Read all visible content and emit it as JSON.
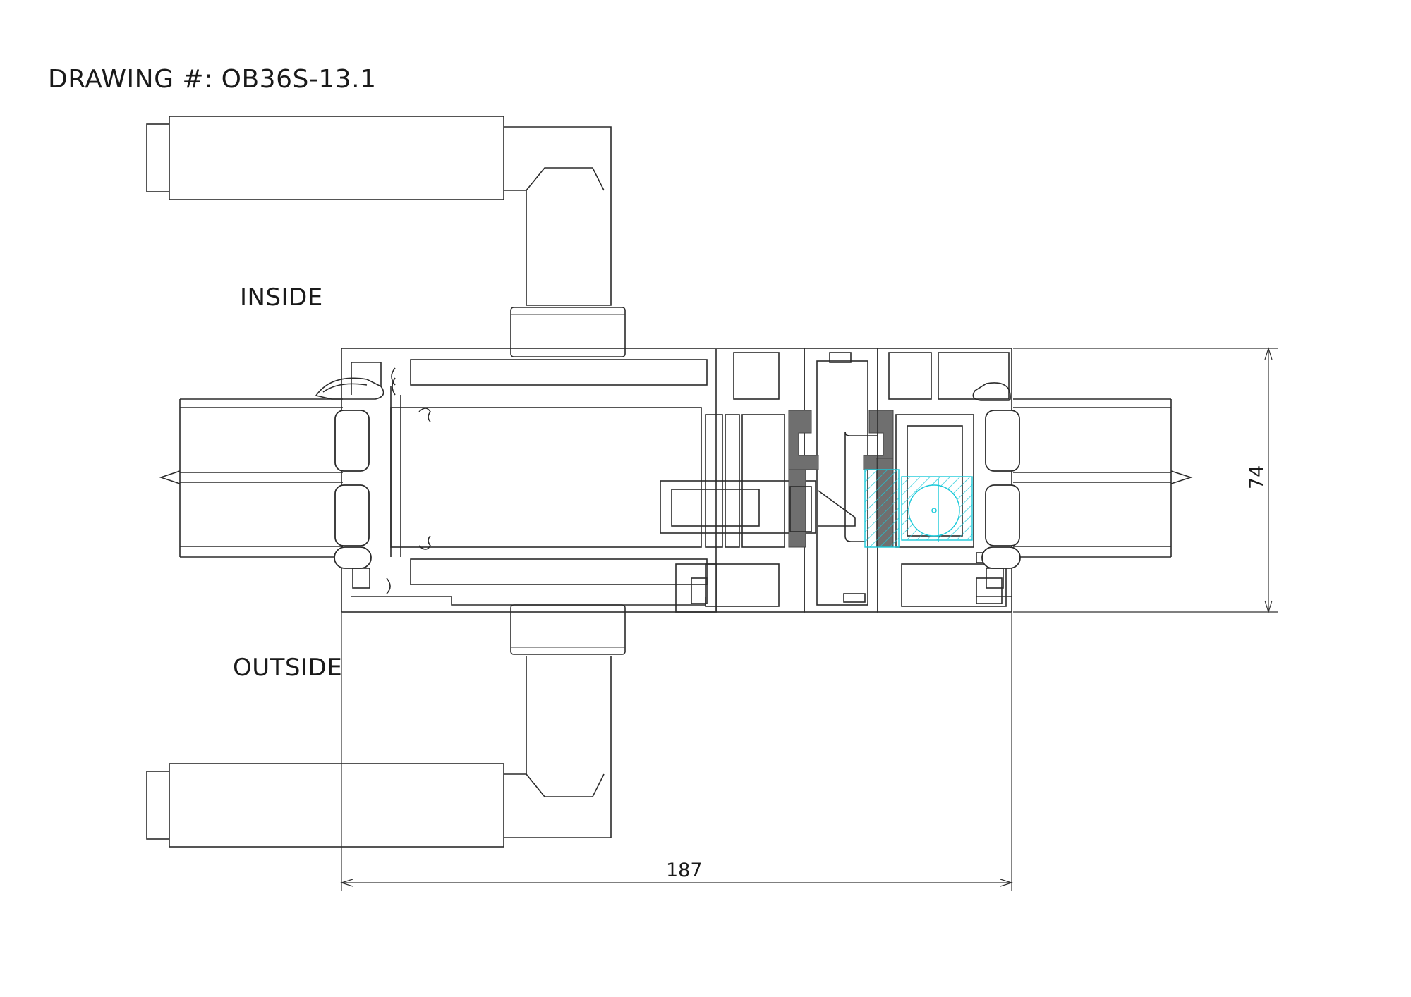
{
  "drawing": {
    "title": "DRAWING #: OB36S-13.1",
    "inside_label": "INSIDE",
    "outside_label": "OUTSIDE",
    "dim_width": "187",
    "dim_height": "74"
  },
  "colors": {
    "line": "#2b2b2b",
    "thermal_break": "#6f6f6f",
    "lock_hatch": "#19c9d9"
  }
}
